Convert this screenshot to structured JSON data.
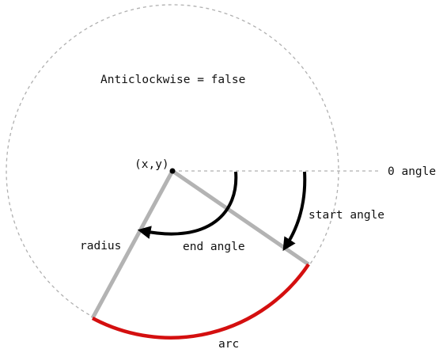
{
  "labels": {
    "heading": "Anticlockwise = false",
    "center": "(x,y)",
    "zero_angle": "0 angle",
    "start_angle": "start angle",
    "end_angle": "end angle",
    "radius": "radius",
    "arc": "arc"
  },
  "colors": {
    "circle_outline": "#b0b0b0",
    "radius_lines": "#b3b3b3",
    "arc": "#d40f0f",
    "arrows": "#000000",
    "text": "#111111"
  }
}
